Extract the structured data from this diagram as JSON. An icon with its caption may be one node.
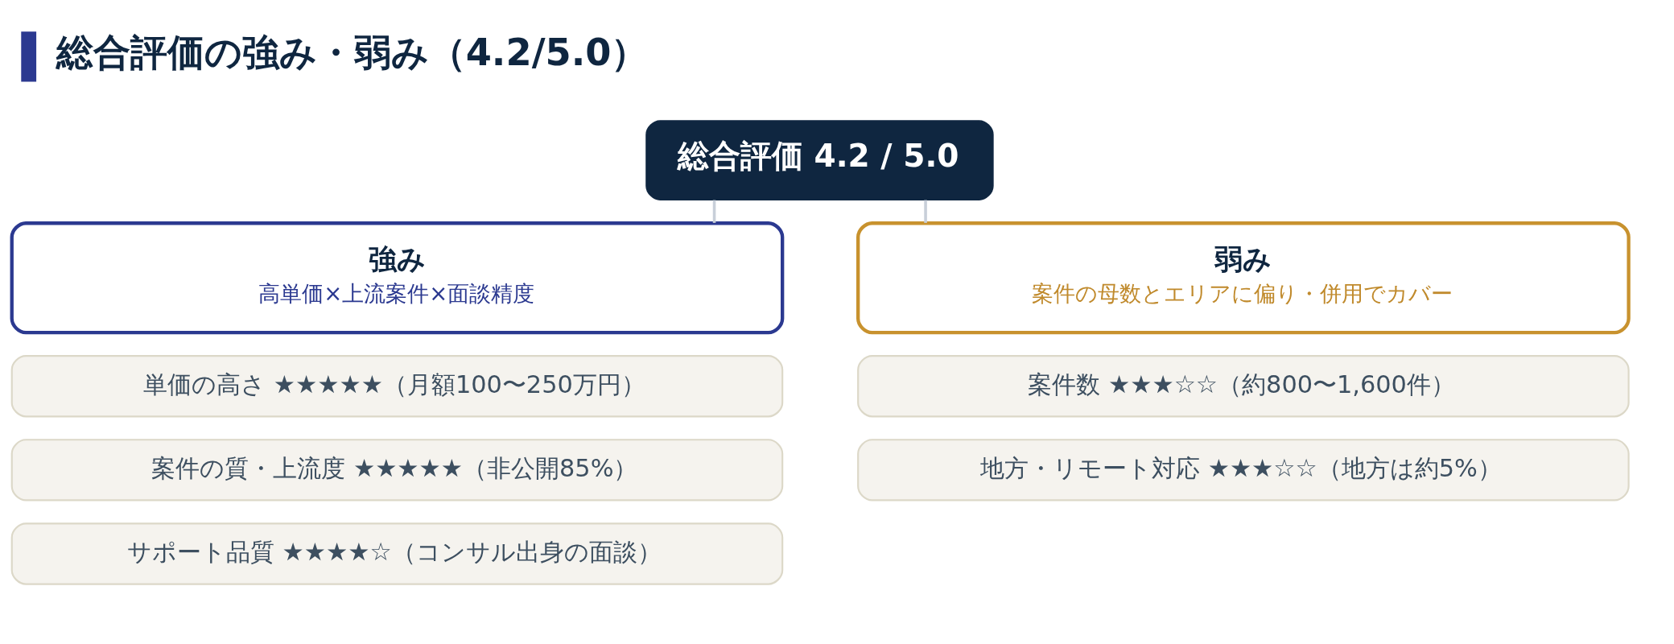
{
  "diagram": {
    "title": "総合評価の強み・弱み（4.2/5.0）",
    "nodes": [
      {
        "text": [
          "総合評価 4.2 / 5.0"
        ]
      },
      {
        "text": [
          "強み",
          "高単価×上流案件×面談精度"
        ]
      },
      {
        "text": [
          "弱み",
          "案件の母数とエリアに偏り・併用でカバー"
        ]
      },
      {
        "text": [
          "単価の高さ ★★★★★（月額100〜250万円）"
        ]
      },
      {
        "text": [
          "案件の質・上流度 ★★★★★（非公開85%）"
        ]
      },
      {
        "text": [
          "サポート品質 ★★★★☆（コンサル出身の面談）"
        ]
      },
      {
        "text": [
          "案件数 ★★★☆☆（約800〜1,600件）"
        ]
      },
      {
        "text": [
          "地方・リモート対応 ★★★☆☆（地方は約5%）"
        ]
      }
    ],
    "edges": [
      {
        "from": 0,
        "to": 1,
        "arrow": "none"
      },
      {
        "from": 0,
        "to": 2,
        "arrow": "none"
      }
    ]
  }
}
